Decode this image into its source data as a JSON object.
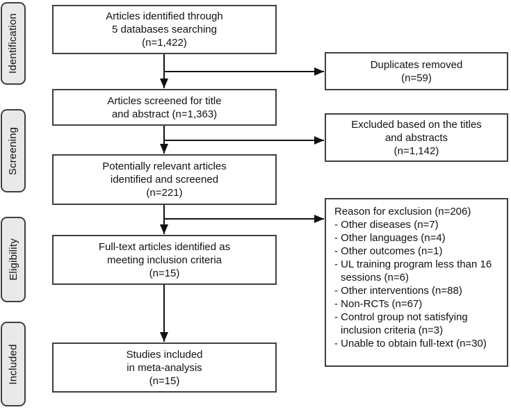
{
  "diagram_type": "prisma-flowchart",
  "colors": {
    "background": "#ffffff",
    "box_border": "#3f3f3f",
    "stage_fill": "#e9e9e9",
    "text": "#111111",
    "arrow": "#111111"
  },
  "stages": [
    {
      "label": "Identification"
    },
    {
      "label": "Screening"
    },
    {
      "label": "Eligibility"
    },
    {
      "label": "Included"
    }
  ],
  "boxes": {
    "identified": {
      "text": "Articles identified through\n5 databases searching\n(n=1,422)"
    },
    "screened": {
      "text": "Articles screened for title\nand abstract (n=1,363)"
    },
    "relevant": {
      "text": "Potentially relevant articles\nidentified and screened\n(n=221)"
    },
    "fulltext": {
      "text": "Full-text articles identified as\nmeeting inclusion criteria\n(n=15)"
    },
    "included": {
      "text": "Studies included\nin meta-analysis\n(n=15)"
    },
    "duplicates": {
      "text": "Duplicates removed\n(n=59)"
    },
    "excluded_titles": {
      "text": "Excluded based on the titles\nand abstracts\n(n=1,142)"
    },
    "exclusion": {
      "heading": "Reason for exclusion (n=206)",
      "items": [
        "- Other diseases (n=7)",
        "- Other languages (n=4)",
        "- Other outcomes (n=1)",
        "- UL training program less than 16 sessions (n=6)",
        "- Other interventions (n=88)",
        "- Non-RCTs (n=67)",
        "- Control group not satisfying inclusion criteria (n=3)",
        "- Unable to obtain full-text (n=30)"
      ]
    }
  }
}
